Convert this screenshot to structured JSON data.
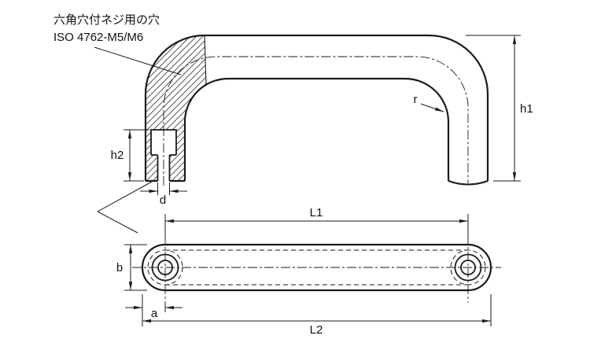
{
  "page": {
    "background": "#ffffff",
    "line_color": "#1a1a1a"
  },
  "callout": {
    "line1": "六角穴付ネジ用の穴",
    "line2": "ISO 4762-M5/M6"
  },
  "labels": {
    "h1": "h1",
    "h2": "h2",
    "d": "d",
    "r": "r",
    "L1": "L1",
    "L2": "L2",
    "b": "b",
    "a": "a"
  }
}
